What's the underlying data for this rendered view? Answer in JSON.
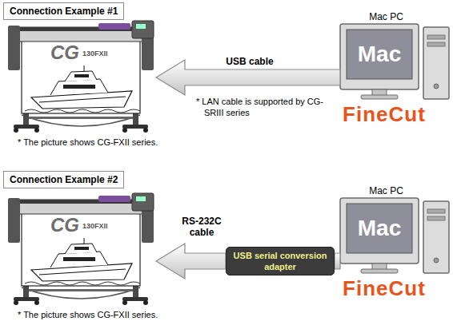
{
  "diagram": {
    "nodes": [
      {
        "text": [
          "Connection Example #1"
        ]
      },
      {
        "text": [
          "CG",
          "130FXII"
        ]
      },
      {
        "text": [
          "Mac PC",
          "Mac",
          "FineCut"
        ]
      },
      {
        "text": [
          "Connection Example #2"
        ]
      },
      {
        "text": [
          "CG",
          "130FXII"
        ]
      },
      {
        "text": [
          "USB serial conversion adapter"
        ]
      },
      {
        "text": [
          "Mac PC",
          "Mac",
          "FineCut"
        ]
      }
    ],
    "edges": [
      {
        "from": 2,
        "to": 1,
        "arrow": "to",
        "label": "USB cable"
      },
      {
        "from": 6,
        "to": 5,
        "arrow": "none"
      },
      {
        "from": 5,
        "to": 4,
        "arrow": "to",
        "label": "RS-232C cable"
      }
    ],
    "labels": [
      "* LAN cable is supported by CG-SRIII series",
      "* The picture shows CG-FXII series.",
      "* The picture shows CG-FXII series."
    ]
  }
}
